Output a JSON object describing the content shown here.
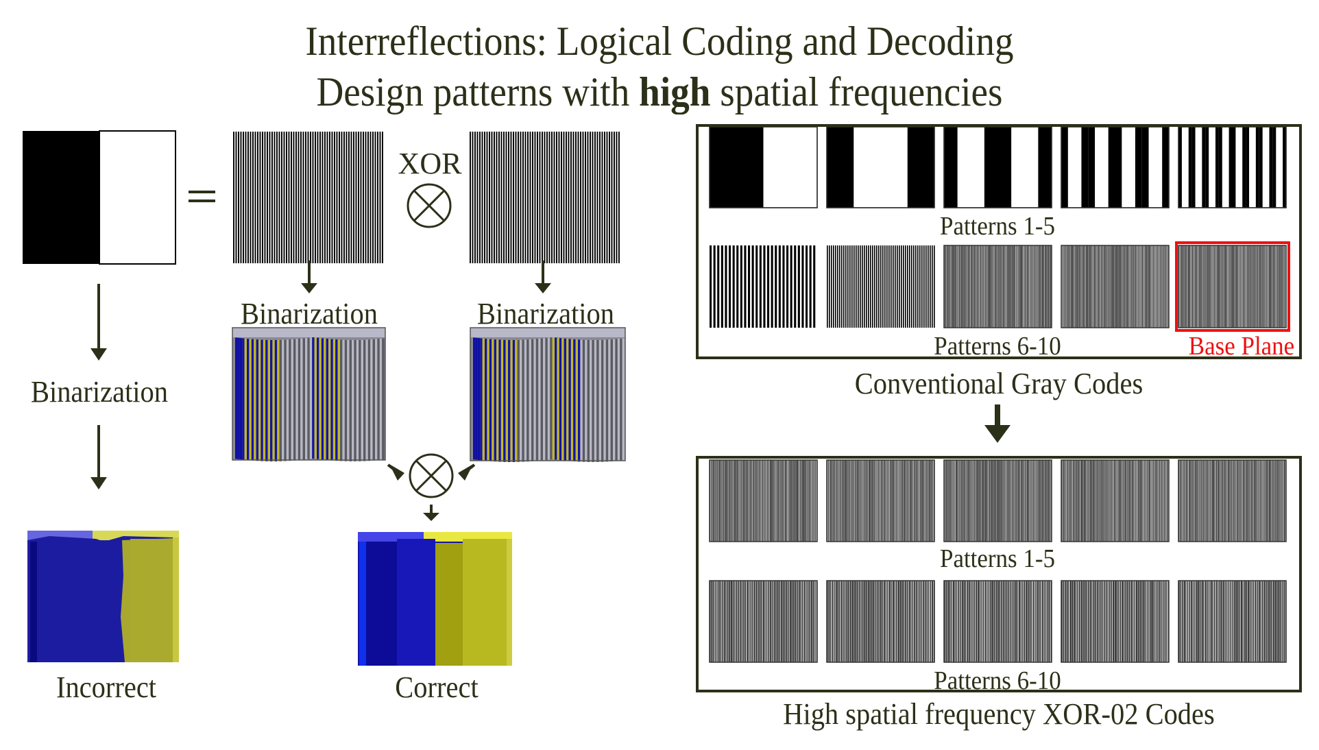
{
  "title": {
    "line1": "Interreflections: Logical Coding and Decoding",
    "line2_prefix": "Design patterns with ",
    "line2_bold": "high",
    "line2_suffix": " spatial frequencies"
  },
  "left_panel": {
    "equals": "=",
    "xor_label": "XOR",
    "binarization_left": "Binarization",
    "binarization_mid1": "Binarization",
    "binarization_mid2": "Binarization",
    "incorrect_label": "Incorrect",
    "correct_label": "Correct"
  },
  "gray_codes_panel": {
    "row1_label": "Patterns 1-5",
    "row2_label": "Patterns 6-10",
    "base_plane_label": "Base Plane",
    "caption": "Conventional Gray Codes",
    "row1_stripe_counts": [
      2,
      4,
      8,
      16,
      32
    ],
    "row2_stripe_counts": [
      64,
      128,
      256,
      512,
      1024
    ],
    "highlight_index": 9
  },
  "xor_codes_panel": {
    "row1_label": "Patterns 1-5",
    "row2_label": "Patterns 6-10",
    "caption": "High spatial frequency XOR-02 Codes"
  },
  "colors": {
    "text": "#2b3018",
    "highlight": "#ee1111",
    "blue": "#1a1ab0",
    "yellow": "#b8b820"
  }
}
